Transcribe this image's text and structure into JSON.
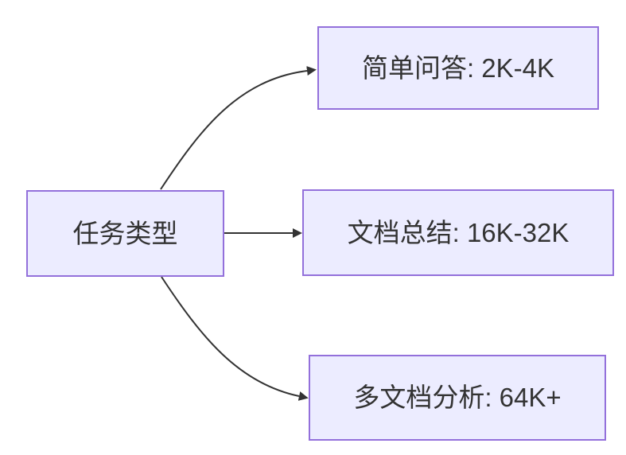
{
  "diagram": {
    "type": "flowchart",
    "direction": "left-to-right",
    "nodes": [
      {
        "id": "root",
        "label": "任务类型"
      },
      {
        "id": "qa",
        "label": "简单问答: 2K-4K"
      },
      {
        "id": "summary",
        "label": "文档总结: 16K-32K"
      },
      {
        "id": "multidoc",
        "label": "多文档分析: 64K+"
      }
    ],
    "edges": [
      {
        "from": "任务类型",
        "to": "简单问答: 2K-4K",
        "style": "curved-up-arrow"
      },
      {
        "from": "任务类型",
        "to": "文档总结: 16K-32K",
        "style": "straight-arrow"
      },
      {
        "from": "任务类型",
        "to": "多文档分析: 64K+",
        "style": "curved-down-arrow"
      }
    ],
    "colors": {
      "node_fill": "#ECECFF",
      "node_border": "#9370DB",
      "edge_stroke": "#333333",
      "text": "#333333",
      "background": "#FFFFFF"
    }
  }
}
